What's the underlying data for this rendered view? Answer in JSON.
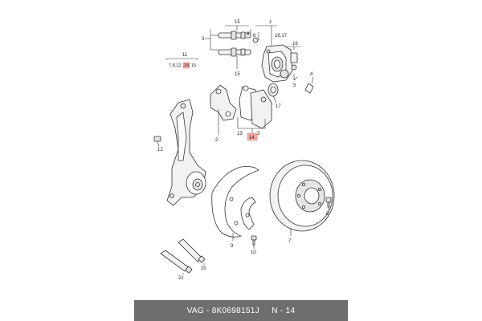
{
  "callouts": {
    "c1": "1",
    "c2": "2",
    "c3a": "3",
    "c3b": "3",
    "c4": "4",
    "c5": "5",
    "c6": "6",
    "c7": "7",
    "c8": "8",
    "c9": "9",
    "c10": "10",
    "c11": "11",
    "c12": "12",
    "c13": "13",
    "c14a": "14",
    "c14b": "14",
    "c15a": "15",
    "c15b": "15",
    "c16": "16",
    "c16_17": "16,17",
    "c17": "17",
    "c20": "20",
    "c21": "21",
    "c7_8_12": "7,8,12,",
    "c15": "15"
  },
  "footer": {
    "brand": "VAG",
    "part_number": "8K0698151J",
    "page": "N - 14",
    "separator": " - "
  },
  "highlight_color": "#f4a6a6"
}
